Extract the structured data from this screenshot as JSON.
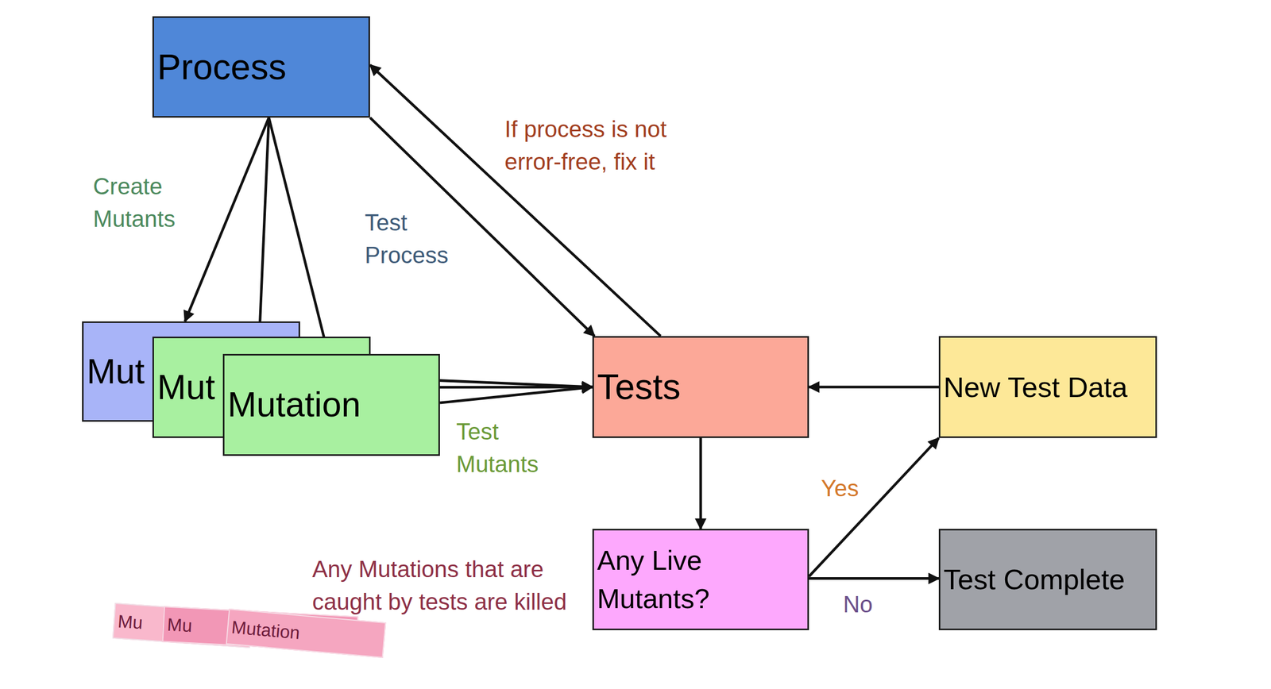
{
  "diagram": {
    "nodes": [
      {
        "text": [
          "Process"
        ]
      },
      {
        "text": [
          "Mut"
        ]
      },
      {
        "text": [
          "Mut"
        ]
      },
      {
        "text": [
          "Mutation"
        ]
      },
      {
        "text": [
          "Tests"
        ]
      },
      {
        "text": [
          "New Test Data"
        ]
      },
      {
        "text": [
          "Any Live Mutants?"
        ]
      },
      {
        "text": [
          "Test Complete"
        ]
      },
      {
        "text": [
          "Mu"
        ]
      },
      {
        "text": [
          "Mu"
        ]
      },
      {
        "text": [
          "Mutation"
        ]
      }
    ],
    "edges": [
      {
        "from": 0,
        "to": 1,
        "arrow": "to",
        "label": "Create Mutants"
      },
      {
        "from": 0,
        "to": 2,
        "arrow": "to"
      },
      {
        "from": 0,
        "to": 3,
        "arrow": "to"
      },
      {
        "from": 0,
        "to": 4,
        "arrow": "to",
        "label": "Test Process"
      },
      {
        "from": 4,
        "to": 0,
        "arrow": "to",
        "label": "If process is not error-free, fix it"
      },
      {
        "from": 1,
        "to": 4,
        "arrow": "to"
      },
      {
        "from": 2,
        "to": 4,
        "arrow": "to"
      },
      {
        "from": 3,
        "to": 4,
        "arrow": "to",
        "label": "Test Mutants"
      },
      {
        "from": 5,
        "to": 4,
        "arrow": "to"
      },
      {
        "from": 4,
        "to": 6,
        "arrow": "to"
      },
      {
        "from": 6,
        "to": 5,
        "arrow": "to",
        "label": "Yes"
      },
      {
        "from": 6,
        "to": 7,
        "arrow": "to",
        "label": "No"
      }
    ],
    "labels": [
      "Any Mutations that are caught by tests are killed"
    ]
  }
}
